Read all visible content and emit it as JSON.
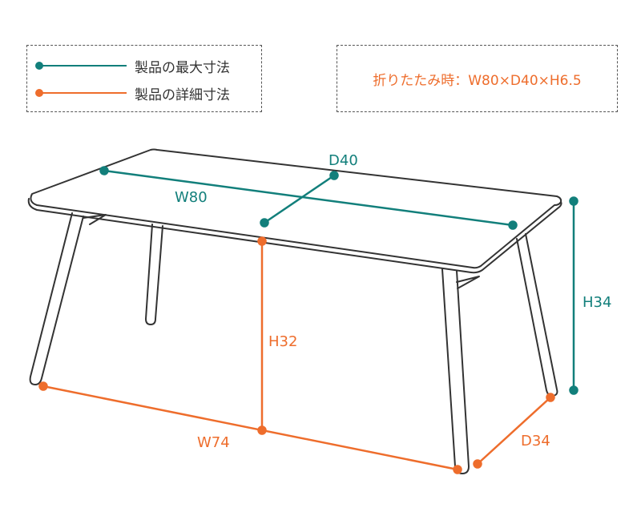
{
  "colors": {
    "max_dimension": "#127f7b",
    "detail_dimension": "#ee6d2c",
    "outline": "#333333"
  },
  "legend": {
    "max_label": "製品の最大寸法",
    "detail_label": "製品の詳細寸法"
  },
  "folded_note": "折りたたみ時：W80×D40×H6.5",
  "dimensions": {
    "max": {
      "width": "W80",
      "depth": "D40",
      "height": "H34"
    },
    "detail": {
      "width": "W74",
      "depth": "D34",
      "height": "H32"
    }
  }
}
